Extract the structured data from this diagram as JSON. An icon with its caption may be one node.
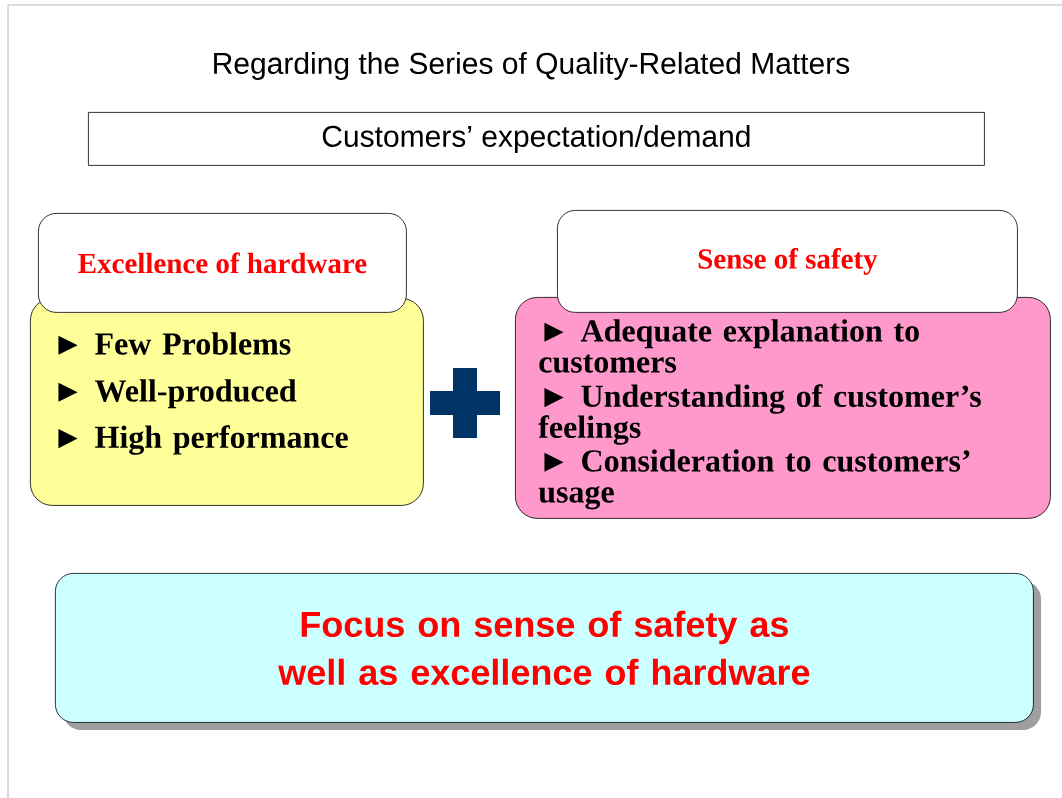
{
  "diagram": {
    "title": "Regarding the Series of Quality-Related Matters",
    "nodes": [
      {
        "text": [
          "Customers’ expectation/demand"
        ]
      },
      {
        "text": [
          "Excellence of hardware",
          "► Few Problems",
          "► Well-produced",
          "► High performance"
        ]
      },
      {
        "text": [
          "Sense of safety",
          "► Adequate explanation to customers",
          "► Understanding of customer’s feelings",
          "► Consideration to customers’ usage"
        ]
      },
      {
        "text": [
          "Focus on sense of safety as well as excellence of hardware"
        ]
      }
    ]
  }
}
